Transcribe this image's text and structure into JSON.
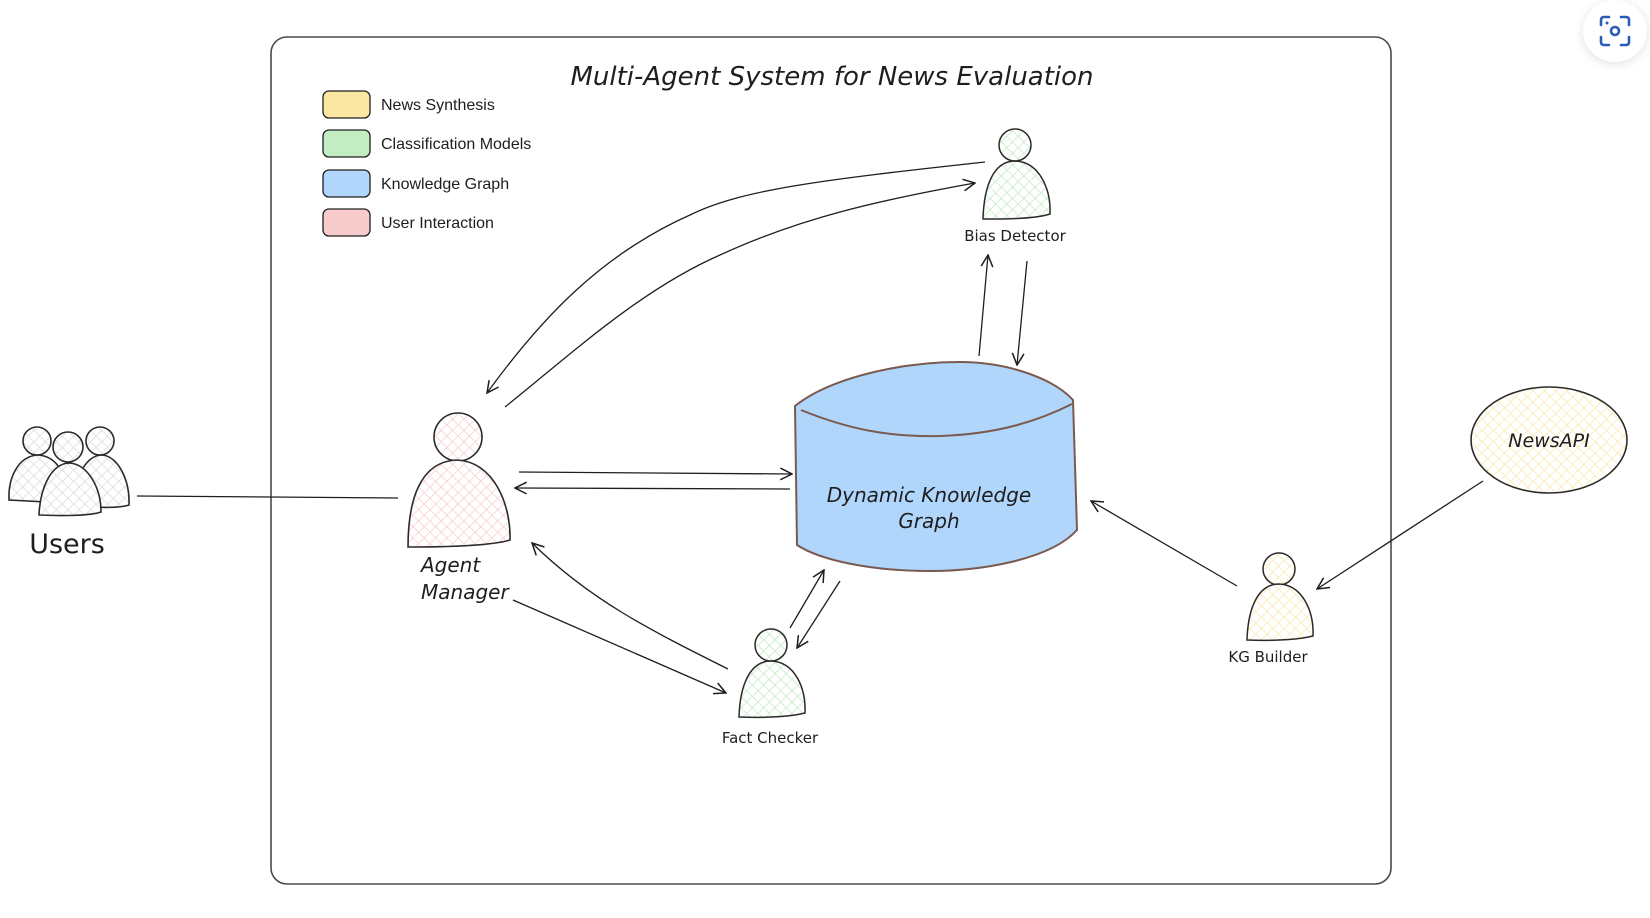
{
  "diagram": {
    "title": "Multi-Agent System for News Evaluation",
    "legend": [
      {
        "label": "News Synthesis",
        "color": "#fbe7a1"
      },
      {
        "label": "Classification Models",
        "color": "#c3ecc2"
      },
      {
        "label": "Knowledge Graph",
        "color": "#b0d6fb"
      },
      {
        "label": "User Interaction",
        "color": "#f8cccc"
      }
    ],
    "nodes": {
      "users": {
        "label": "Users",
        "fill": "#e9ecef"
      },
      "agent_manager": {
        "label_line1": "Agent",
        "label_line2": "Manager",
        "fill": "#fde4e4",
        "category": "User Interaction"
      },
      "bias_detector": {
        "label": "Bias Detector",
        "fill": "#dcf5dc",
        "category": "Classification Models"
      },
      "fact_checker": {
        "label": "Fact Checker",
        "fill": "#dcf5dc",
        "category": "Classification Models"
      },
      "knowledge_graph": {
        "label_line1": "Dynamic Knowledge",
        "label_line2": "Graph",
        "fill": "#b0d6fb",
        "stroke": "#7a5a4f",
        "text_color": "#7a5a4f",
        "category": "Knowledge Graph"
      },
      "kg_builder": {
        "label": "KG Builder",
        "fill": "#fdf3cf",
        "category": "News Synthesis"
      },
      "news_api": {
        "label": "NewsAPI",
        "fill": "#fdf6d8",
        "category": "News Synthesis"
      }
    },
    "edges": [
      {
        "from": "Users",
        "to": "Agent Manager",
        "arrow": false
      },
      {
        "from": "Agent Manager",
        "to": "Bias Detector",
        "arrow": true
      },
      {
        "from": "Bias Detector",
        "to": "Agent Manager",
        "arrow": true
      },
      {
        "from": "Agent Manager",
        "to": "Dynamic Knowledge Graph",
        "arrow": true
      },
      {
        "from": "Dynamic Knowledge Graph",
        "to": "Agent Manager",
        "arrow": true
      },
      {
        "from": "Agent Manager",
        "to": "Fact Checker",
        "arrow": true
      },
      {
        "from": "Fact Checker",
        "to": "Agent Manager",
        "arrow": true
      },
      {
        "from": "Dynamic Knowledge Graph",
        "to": "Bias Detector",
        "arrow": true
      },
      {
        "from": "Bias Detector",
        "to": "Dynamic Knowledge Graph",
        "arrow": true
      },
      {
        "from": "Fact Checker",
        "to": "Dynamic Knowledge Graph",
        "arrow": true
      },
      {
        "from": "Dynamic Knowledge Graph",
        "to": "Fact Checker",
        "arrow": true
      },
      {
        "from": "KG Builder",
        "to": "Dynamic Knowledge Graph",
        "arrow": true
      },
      {
        "from": "NewsAPI",
        "to": "KG Builder",
        "arrow": true
      }
    ]
  },
  "toolbar": {
    "scan_icon": "visual-search-icon",
    "accent_color": "#2a5cb8"
  }
}
